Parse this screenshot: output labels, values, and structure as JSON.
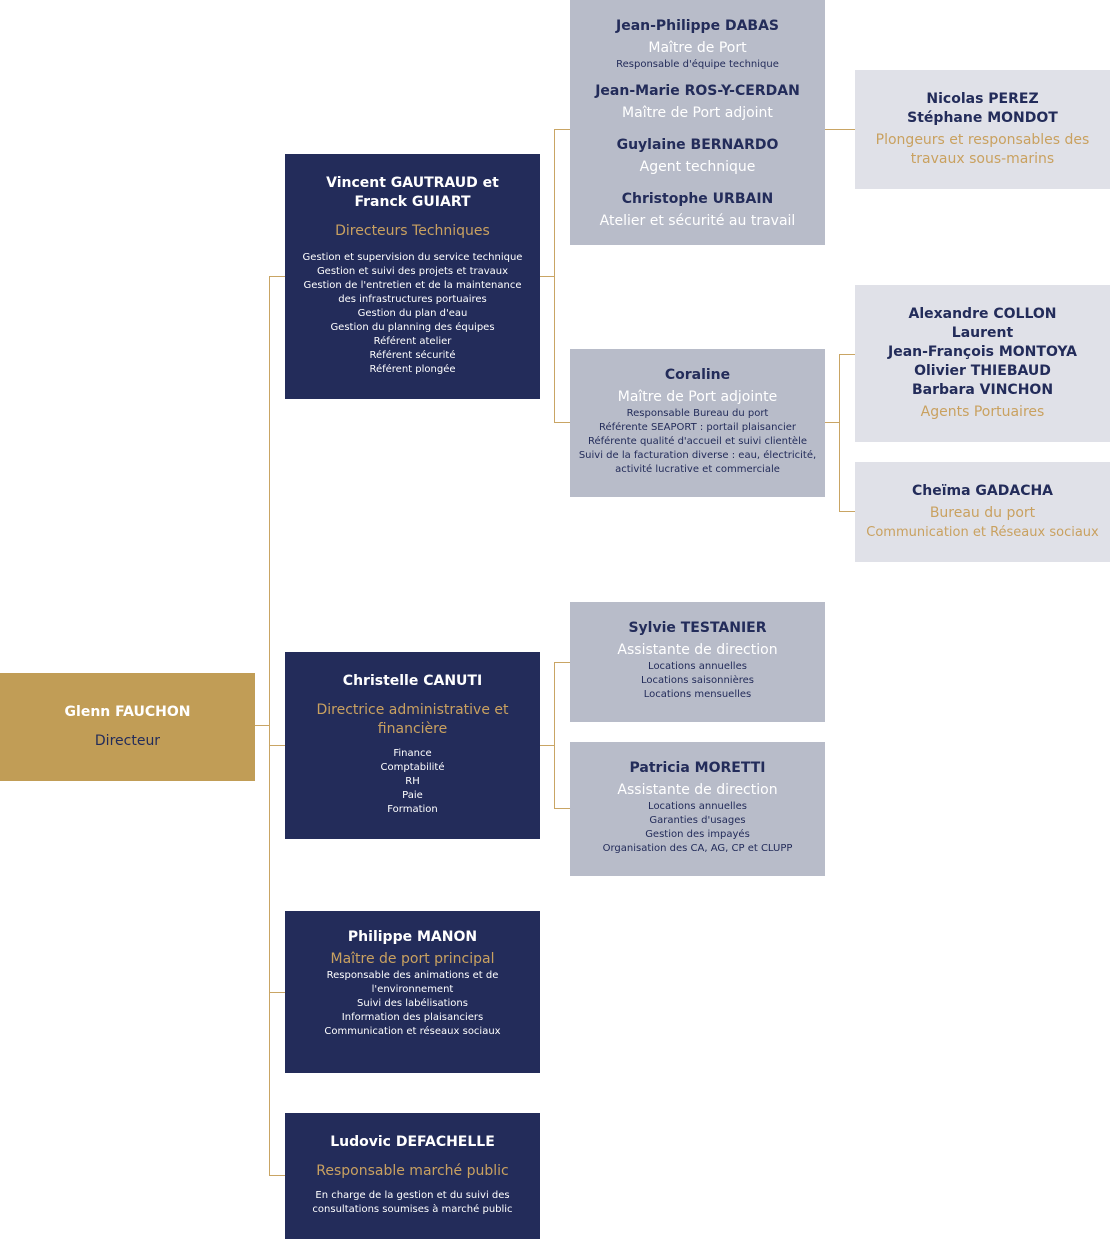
{
  "director": {
    "name": "Glenn FAUCHON",
    "role": "Directeur"
  },
  "tech_dirs": {
    "name_1": "Vincent GAUTRAUD et",
    "name_2": "Franck GUIART",
    "role": "Directeurs Techniques",
    "duties": [
      "Gestion et supervision du service technique",
      "Gestion et suivi des projets et travaux",
      "Gestion de l'entretien et de la maintenance",
      "des infrastructures portuaires",
      "Gestion du plan d'eau",
      "Gestion du planning des équipes",
      "Référent atelier",
      "Référent sécurité",
      "Référent plongée"
    ]
  },
  "port_team": {
    "p1": {
      "name": "Jean-Philippe DABAS",
      "role": "Maître de Port",
      "note": "Responsable d'équipe technique"
    },
    "p2": {
      "name": "Jean-Marie ROS-Y-CERDAN",
      "role": "Maître de Port adjoint"
    },
    "p3": {
      "name": "Guylaine BERNARDO",
      "role": "Agent technique"
    },
    "p4": {
      "name": "Christophe URBAIN",
      "role": "Atelier et sécurité au travail"
    }
  },
  "divers": {
    "name_1": "Nicolas PEREZ",
    "name_2": "Stéphane MONDOT",
    "role_1": "Plongeurs et responsables des",
    "role_2": "travaux sous-marins"
  },
  "coraline": {
    "name": "Coraline",
    "role": "Maître de Port adjointe",
    "duties": [
      "Responsable Bureau du port",
      "Référente SEAPORT : portail plaisancier",
      "Référente qualité d'accueil et suivi clientèle",
      "Suivi de la facturation diverse : eau, électricité,",
      "activité lucrative et commerciale"
    ]
  },
  "agents": {
    "names": [
      "Alexandre COLLON",
      "Laurent",
      "Jean-François MONTOYA",
      "Olivier THIEBAUD",
      "Barbara VINCHON"
    ],
    "role": "Agents Portuaires"
  },
  "gadacha": {
    "name": "Cheïma GADACHA",
    "role": "Bureau du port",
    "note": "Communication et Réseaux sociaux"
  },
  "admin_dir": {
    "name": "Christelle CANUTI",
    "role_1": "Directrice administrative et",
    "role_2": "financière",
    "duties": [
      "Finance",
      "Comptabilité",
      "RH",
      "Paie",
      "Formation"
    ]
  },
  "testanier": {
    "name": "Sylvie TESTANIER",
    "role": "Assistante de direction",
    "duties": [
      "Locations annuelles",
      "Locations saisonnières",
      "Locations mensuelles"
    ]
  },
  "moretti": {
    "name": "Patricia MORETTI",
    "role": "Assistante de direction",
    "duties": [
      "Locations annuelles",
      "Garanties d'usages",
      "Gestion des impayés",
      "Organisation des CA, AG, CP et CLUPP"
    ]
  },
  "manon": {
    "name": "Philippe MANON",
    "role": "Maître de port principal",
    "duties": [
      "Responsable des animations et de",
      "l'environnement",
      "Suivi des labélisations",
      "Information des plaisanciers",
      "Communication et réseaux sociaux"
    ]
  },
  "defachelle": {
    "name": "Ludovic DEFACHELLE",
    "role": "Responsable marché public",
    "duties": [
      "En charge de la gestion et du suivi des",
      "consultations soumises à marché public"
    ]
  },
  "colors": {
    "gold": "#c19d56",
    "navy": "#232c5a",
    "grey": "#b8bcc9",
    "light": "#e0e1e8",
    "line": "#c9a564"
  }
}
